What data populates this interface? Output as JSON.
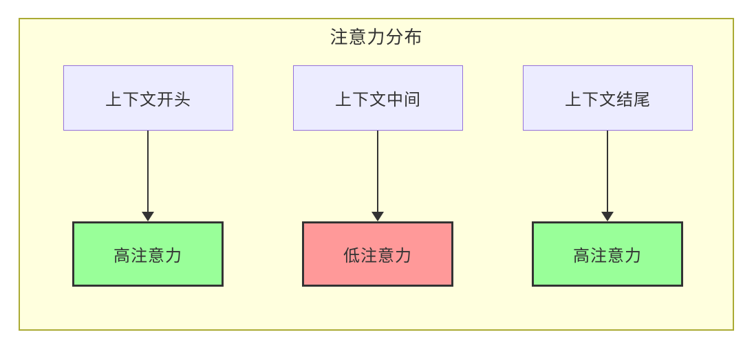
{
  "diagram": {
    "title": "注意力分布",
    "columns": [
      {
        "source": "上下文开头",
        "target": "高注意力",
        "attention": "high"
      },
      {
        "source": "上下文中间",
        "target": "低注意力",
        "attention": "low"
      },
      {
        "source": "上下文结尾",
        "target": "高注意力",
        "attention": "high"
      }
    ],
    "colors": {
      "canvas_bg": "#ffffff",
      "subgraph_bg": "#ffffde",
      "subgraph_border": "#aaaa33",
      "source_fill": "#ececff",
      "source_border": "#9370db",
      "high_attention_fill": "#99ff99",
      "low_attention_fill": "#ff9999",
      "target_border": "#333333",
      "arrow": "#333333",
      "text": "#333333"
    }
  }
}
